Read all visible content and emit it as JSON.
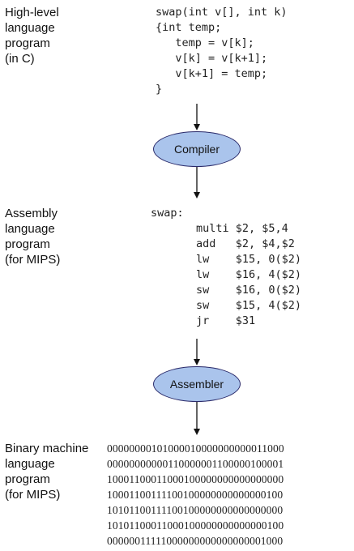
{
  "sections": {
    "high_level": {
      "label": "High-level\nlanguage\nprogram\n(in C)",
      "code": "swap(int v[], int k)\n{int temp;\n   temp = v[k];\n   v[k] = v[k+1];\n   v[k+1] = temp;\n}"
    },
    "compiler": {
      "label": "Compiler",
      "fill": "#aac4ec"
    },
    "assembly": {
      "label": "Assembly\nlanguage\nprogram\n(for MIPS)",
      "head": "swap:",
      "code": "multi $2, $5,4\nadd   $2, $4,$2\nlw    $15, 0($2)\nlw    $16, 4($2)\nsw    $16, 0($2)\nsw    $15, 4($2)\njr    $31"
    },
    "assembler": {
      "label": "Assembler",
      "fill": "#aac4ec"
    },
    "binary": {
      "label": "Binary machine\nlanguage\nprogram\n(for MIPS)",
      "lines": [
        "00000000101000010000000000011000",
        "00000000000110000001100000100001",
        "10001100011000100000000000000000",
        "10001100111100100000000000000100",
        "10101100111100100000000000000000",
        "10101100011000100000000000000100",
        "00000011111000000000000000001000"
      ]
    }
  }
}
